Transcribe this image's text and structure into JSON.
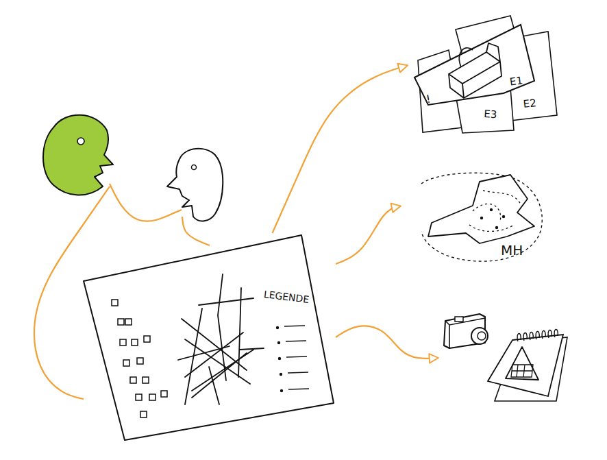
{
  "diagram": {
    "nodes": [
      {
        "text": [
          "LEGENDE"
        ]
      },
      {
        "text": [
          "E1",
          "E2",
          "E3"
        ]
      },
      {
        "text": [
          "MH"
        ]
      }
    ],
    "edges": [
      {
        "from": 0,
        "to": 1,
        "arrow": "to"
      },
      {
        "from": 0,
        "to": 2,
        "arrow": "to"
      }
    ],
    "labels": [
      "!"
    ]
  }
}
